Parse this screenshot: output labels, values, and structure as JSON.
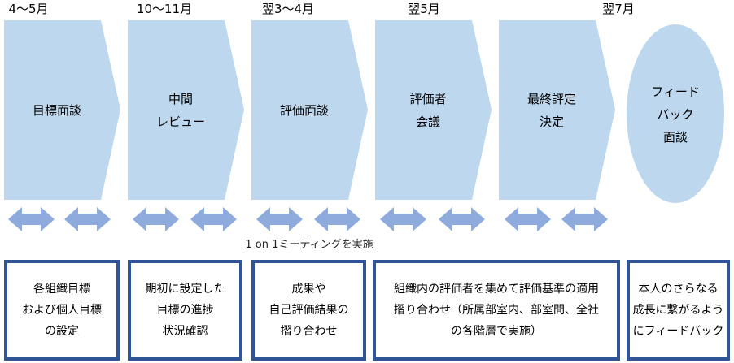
{
  "colors": {
    "stage_fill": "#bdd7ee",
    "arrow_fill": "#8faadc",
    "box_border": "#2f5597"
  },
  "stages": [
    {
      "period": "4～5月",
      "lines": [
        "目標面談"
      ]
    },
    {
      "period": "10～11月",
      "lines": [
        "中間",
        "レビュー"
      ]
    },
    {
      "period": "翌3～4月",
      "lines": [
        "評価面談"
      ]
    },
    {
      "period": "翌5月",
      "lines": [
        "評価者",
        "会議"
      ]
    },
    {
      "period": "",
      "lines": [
        "最終評定",
        "決定"
      ]
    },
    {
      "period": "翌7月",
      "lines": [
        "フィード",
        "バック",
        "面談"
      ]
    }
  ],
  "one_on_one_note": "1 on 1ミーティングを実施",
  "boxes": [
    {
      "lines": [
        "各組織目標",
        "および個人目標",
        "の設定"
      ]
    },
    {
      "lines": [
        "期初に設定した",
        "目標の進捗",
        "状況確認"
      ]
    },
    {
      "lines": [
        "成果や",
        "自己評価結果の",
        "摺り合わせ"
      ]
    },
    {
      "lines": [
        "組織内の評価者を集めて評価基準の適用",
        "摺り合わせ（所属部室内、部室間、全社",
        "の各階層で実施）"
      ]
    },
    {
      "lines": [
        "本人のさらなる",
        "成長に繋がるよう",
        "にフィードバック"
      ]
    }
  ]
}
